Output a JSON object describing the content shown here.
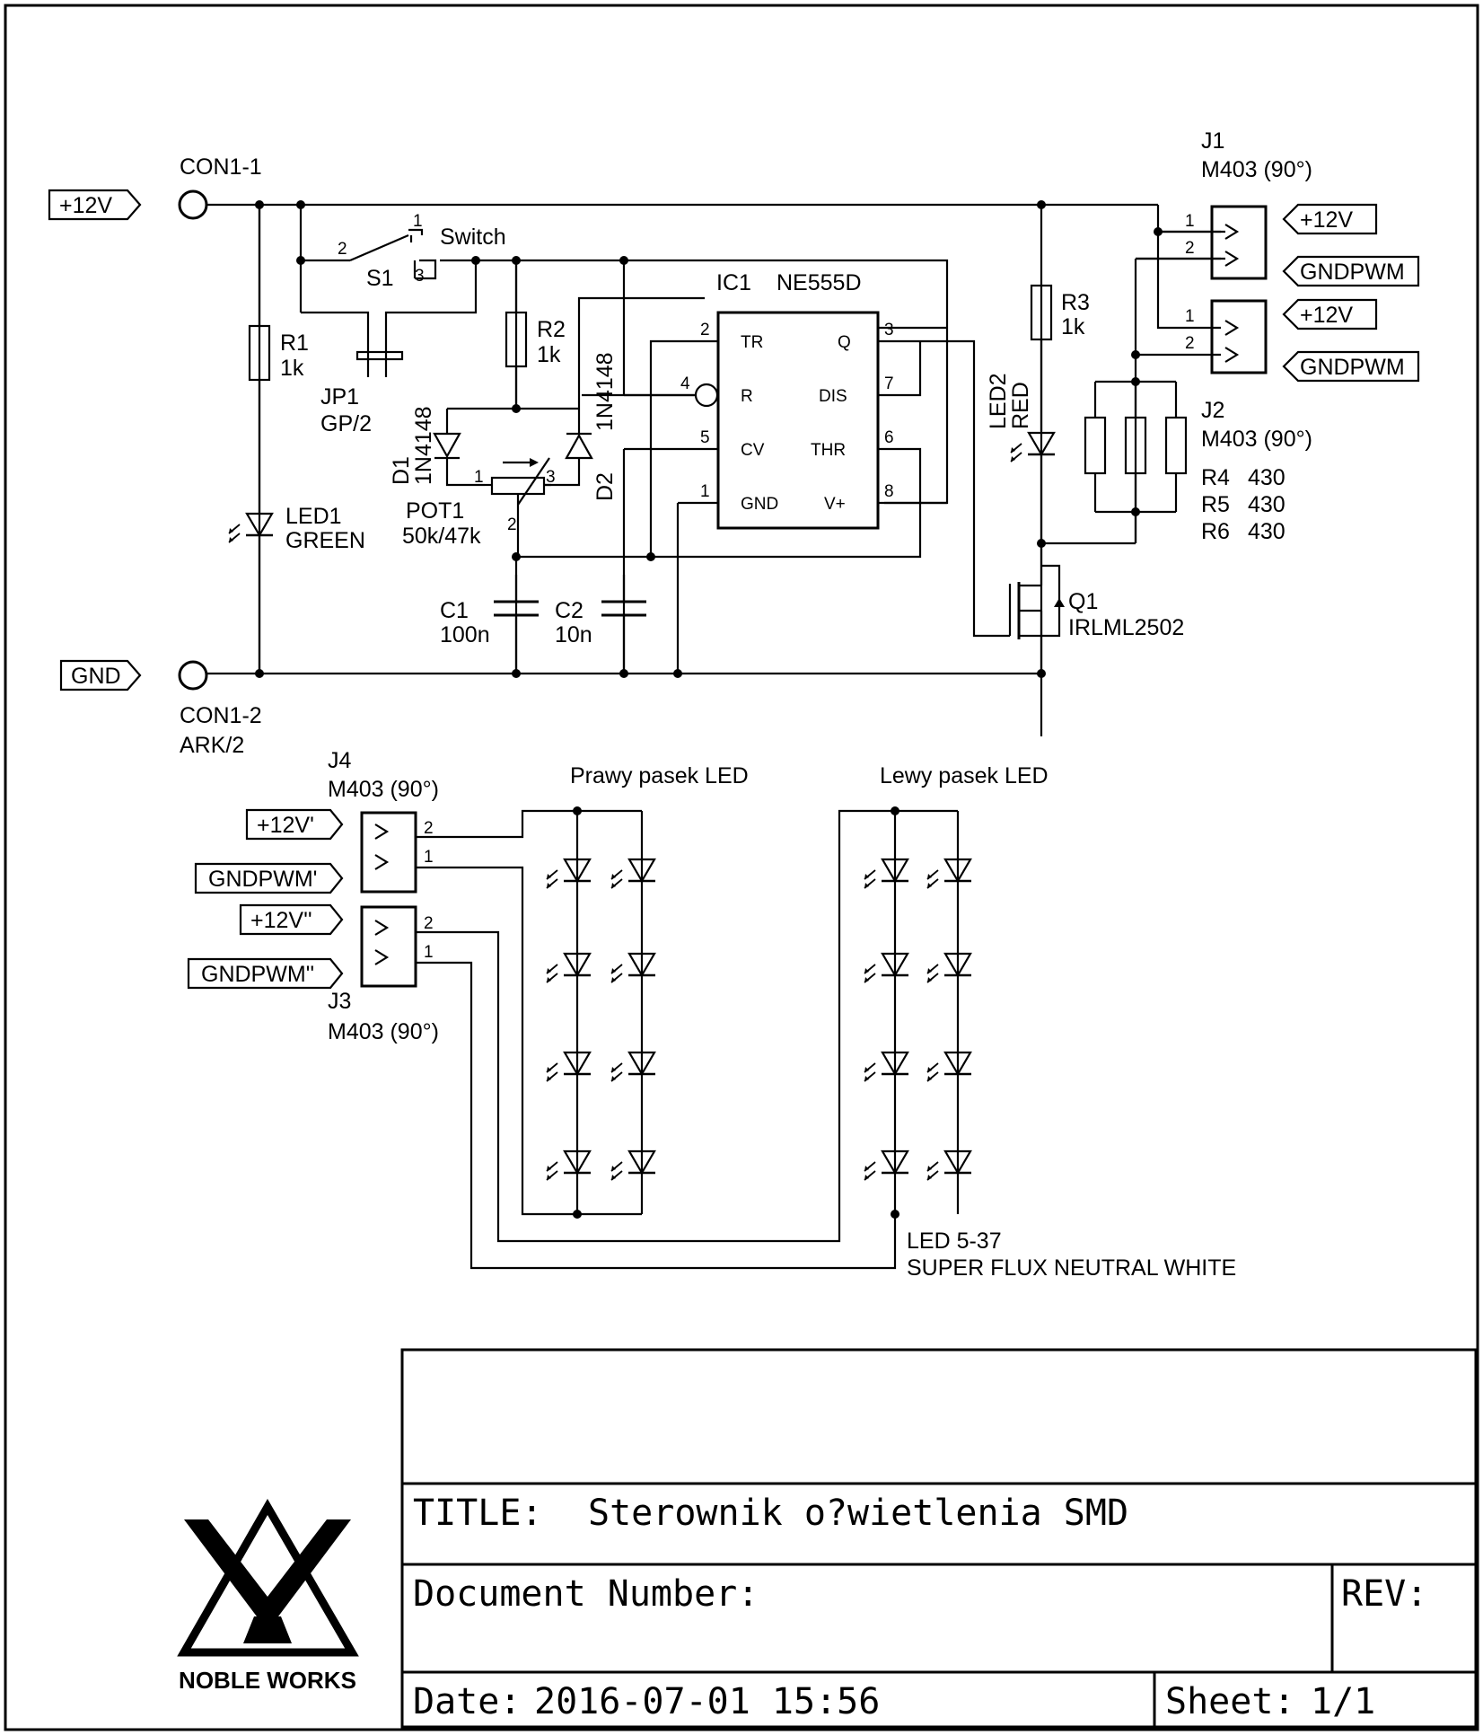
{
  "ports": {
    "p12v": "+12V",
    "gnd": "GND",
    "j1_12v": "+12V",
    "j1_gndpwm": "GNDPWM",
    "j2_12v": "+12V",
    "j2_gndpwm": "GNDPWM",
    "j4_12v": "+12V'",
    "j4_gndpwm": "GNDPWM'",
    "j3_12v": "+12V''",
    "j3_gndpwm": "GNDPWM''"
  },
  "parts": {
    "con1_1": "CON1-1",
    "con1_2": "CON1-2",
    "con1_2_val": "ARK/2",
    "r1": "R1",
    "r1_val": "1k",
    "led1": "LED1",
    "led1_val": "GREEN",
    "jp1": "JP1",
    "jp1_val": "GP/2",
    "s1": "S1",
    "s1_val": "Switch",
    "r2": "R2",
    "r2_val": "1k",
    "d1": "D1",
    "d1_val": "1N4148",
    "d2": "D2",
    "d2_val": "1N4148",
    "pot1": "POT1",
    "pot1_val": "50k/47k",
    "c1": "C1",
    "c1_val": "100n",
    "c2": "C2",
    "c2_val": "10n",
    "ic1": "IC1",
    "ic1_val": "NE555D",
    "r3": "R3",
    "r3_val": "1k",
    "led2": "LED2",
    "led2_val": "RED",
    "q1": "Q1",
    "q1_val": "IRLML2502",
    "j1": "J1",
    "j1_val": "M403 (90°)",
    "j2": "J2",
    "j2_val": "M403 (90°)",
    "r4": "R4",
    "r4_val": "430",
    "r5": "R5",
    "r5_val": "430",
    "r6": "R6",
    "r6_val": "430",
    "j4": "J4",
    "j4_val": "M403 (90°)",
    "j3": "J3",
    "j3_val": "M403 (90°)",
    "strip_right": "Prawy pasek LED",
    "strip_left": "Lewy pasek LED",
    "led_part": "LED 5-37",
    "led_desc": "SUPER FLUX NEUTRAL WHITE"
  },
  "ic_pins": {
    "tr": "TR",
    "q": "Q",
    "r": "R",
    "dis": "DIS",
    "cv": "CV",
    "thr": "THR",
    "gnd": "GND",
    "vcc": "V+",
    "n1": "1",
    "n2": "2",
    "n3": "3",
    "n4": "4",
    "n5": "5",
    "n6": "6",
    "n7": "7",
    "n8": "8"
  },
  "pin_numbers": {
    "one": "1",
    "two": "2",
    "three": "3"
  },
  "title_block": {
    "title_label": "TITLE:",
    "title": "Sterownik o?wietlenia SMD",
    "docnum_label": "Document Number:",
    "rev_label": "REV:",
    "date_label": "Date:",
    "date": "2016-07-01 15:56",
    "sheet_label": "Sheet:",
    "sheet": "1/1"
  },
  "logo": {
    "text": "NOBLE WORKS"
  }
}
